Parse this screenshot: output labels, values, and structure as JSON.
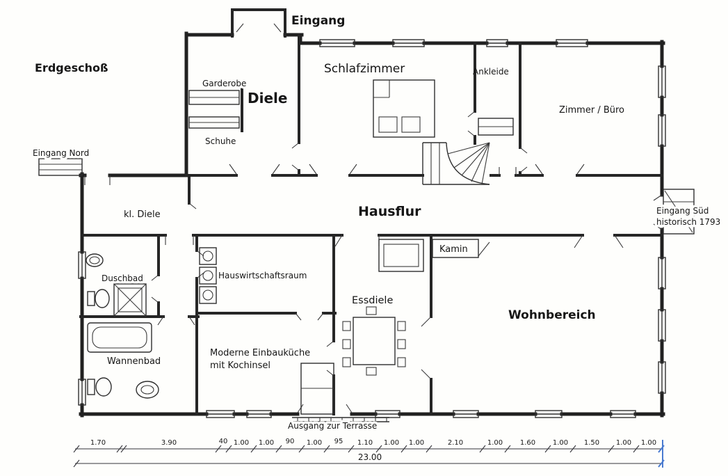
{
  "title": "Erdgeschoß",
  "colors": {
    "ink": "#212121",
    "paper": "#fefefc",
    "dim_accent": "#4a7bd0"
  },
  "labels": {
    "eingang_top": "Eingang",
    "eingang_nord": "Eingang Nord",
    "eingang_sued_line1": "Eingang Süd",
    "eingang_sued_line2": "historisch 1793",
    "ausgang_terrasse": "Ausgang zur Terrasse"
  },
  "rooms": {
    "garderobe": "Garderobe",
    "diele": "Diele",
    "schuhe": "Schuhe",
    "schlafzimmer": "Schlafzimmer",
    "ankleide": "Ankleide",
    "zimmer_buero": "Zimmer / Büro",
    "kl_diele": "kl. Diele",
    "hausflur": "Hausflur",
    "duschbad": "Duschbad",
    "hauswirtschaftsraum": "Hauswirtschaftsraum",
    "wannenbad": "Wannenbad",
    "kueche_line1": "Moderne Einbauküche",
    "kueche_line2": "mit Kochinsel",
    "essdiele": "Essdiele",
    "kamin": "Kamin",
    "wohnbereich": "Wohnbereich"
  },
  "dimensions": {
    "segments": [
      "1.70",
      "3.90",
      "40",
      "1.00",
      "1.00",
      "90",
      "1.00",
      "95",
      "1.10",
      "1.00",
      "1.00",
      "2.10",
      "1.00",
      "1.60",
      "1.00",
      "1.50",
      "1.00",
      "1.00"
    ],
    "total": "23.00"
  }
}
